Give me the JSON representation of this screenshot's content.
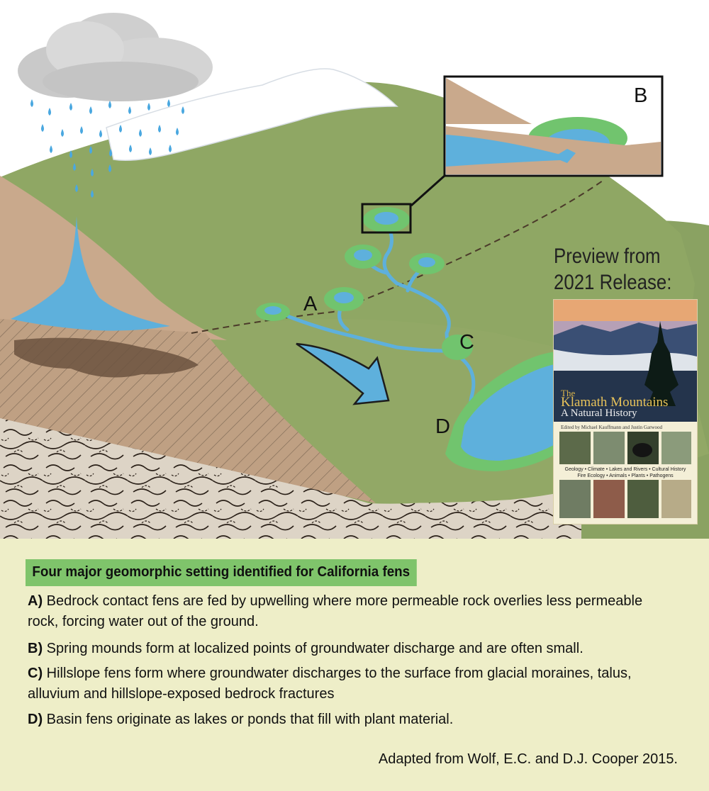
{
  "diagram": {
    "labels": {
      "a": "A",
      "b": "B",
      "c": "C",
      "d": "D"
    },
    "preview": {
      "line1": "Preview from",
      "line2": "2021 Release:"
    },
    "book": {
      "title_the": "The",
      "title_main": "Klamath Mountains",
      "title_sub": "A Natural History",
      "editors": "Edited by Michael Kauffmann and Justin Garwood",
      "topics_line1": "Geology • Climate • Lakes and Rivers • Cultural History",
      "topics_line2": "Fire Ecology • Animals • Plants • Pathogens"
    },
    "colors": {
      "grass": "#8fa764",
      "water": "#5eb0dc",
      "fen_edge": "#71c46e",
      "soil": "#c9a98c",
      "panel": "#eeeec8"
    }
  },
  "caption": {
    "heading": "Four major geomorphic setting identified for California fens",
    "items": [
      {
        "key": "A)",
        "text": "Bedrock contact fens are fed by upwelling where more permeable rock  overlies less permeable rock, forcing water out of the ground."
      },
      {
        "key": "B)",
        "text": "Spring mounds form at localized points of groundwater discharge and are often small."
      },
      {
        "key": "C)",
        "text": "Hillslope fens form where groundwater discharges to the surface from glacial moraines, talus, alluvium and hillslope-exposed bedrock fractures"
      },
      {
        "key": "D)",
        "text": "Basin fens originate as lakes or ponds that fill with plant material."
      }
    ],
    "credit": "Adapted from Wolf, E.C. and D.J. Cooper 2015."
  }
}
